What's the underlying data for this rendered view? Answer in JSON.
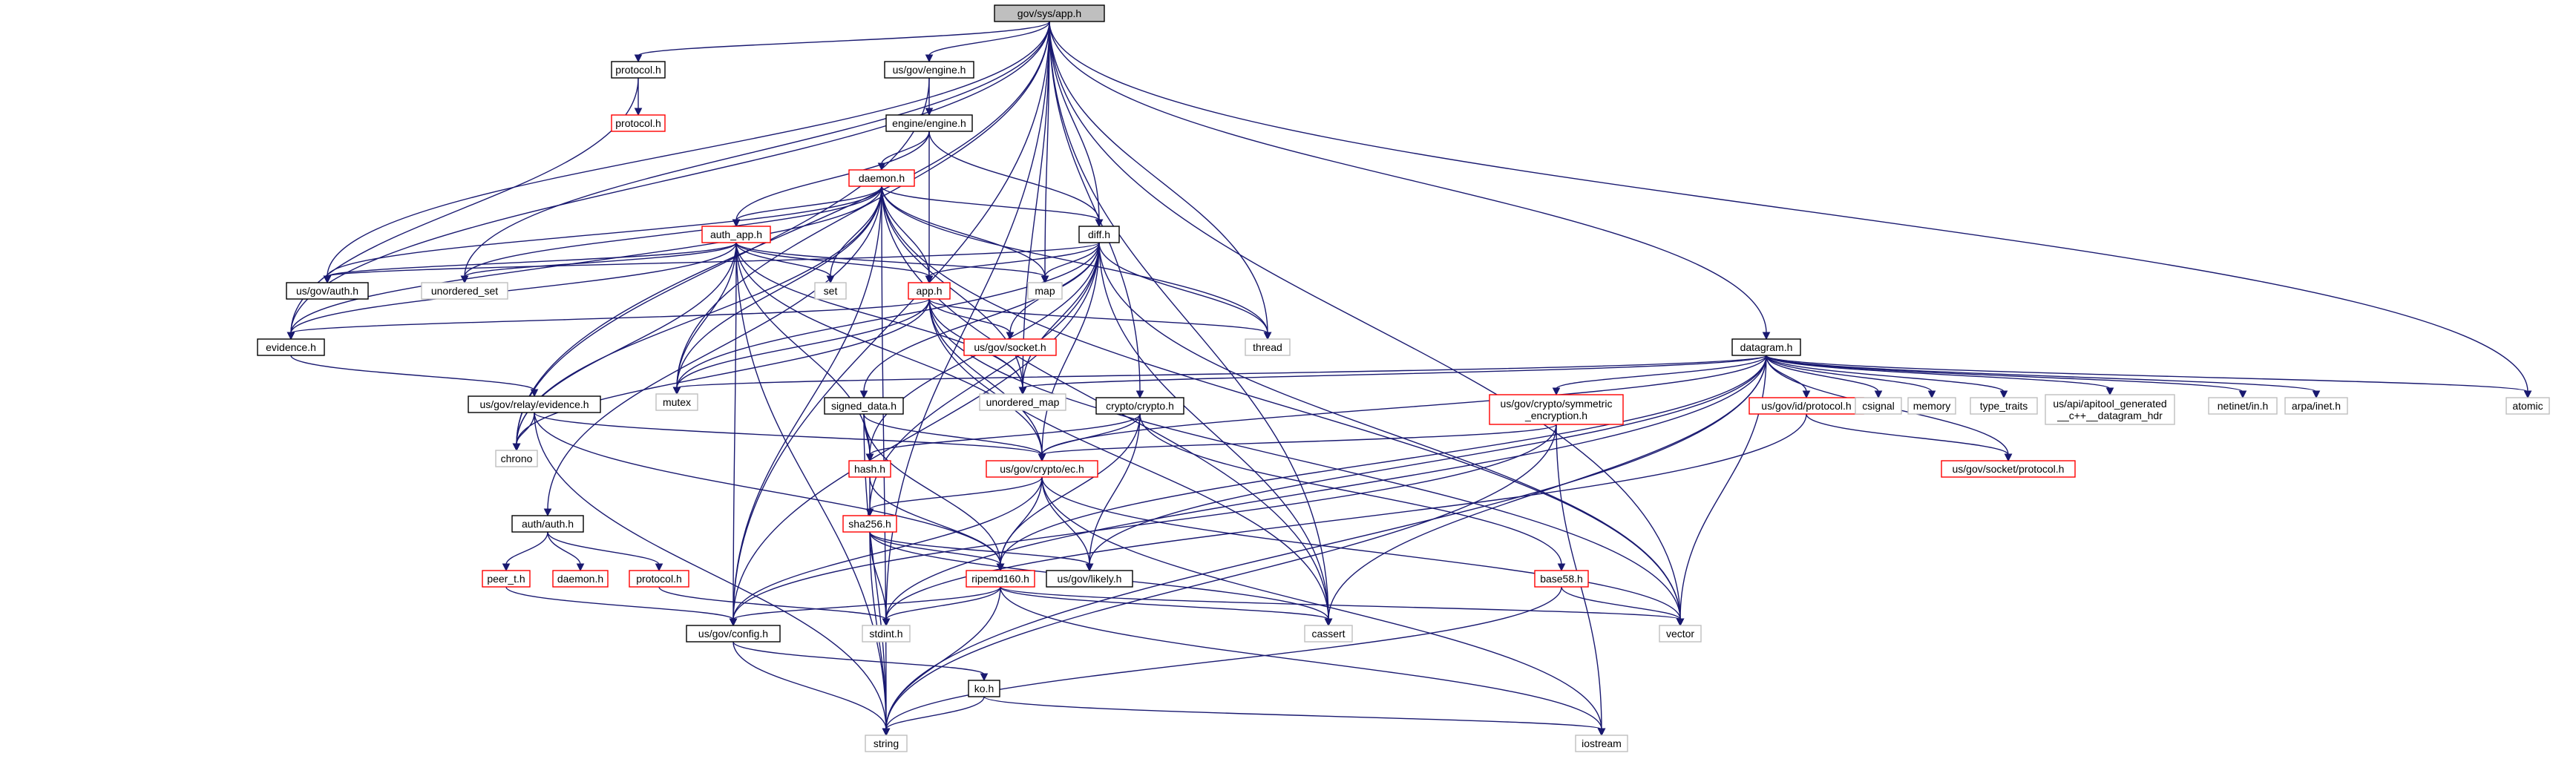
{
  "colors": {
    "root_fill": "#bfbfbf",
    "root_stroke": "#000000",
    "documented_stroke": "#000000",
    "truncated_stroke": "#ff0000",
    "external_stroke": "#bfbfbf",
    "edge": "#191970",
    "background": "#ffffff"
  },
  "nodes": [
    {
      "id": "root",
      "label": "gov/sys/app.h",
      "kind": "root"
    },
    {
      "id": "protocol_h",
      "label": "protocol.h",
      "kind": "documented"
    },
    {
      "id": "protocol_h_red1",
      "label": "protocol.h",
      "kind": "truncated"
    },
    {
      "id": "us_gov_engine_h",
      "label": "us/gov/engine.h",
      "kind": "documented"
    },
    {
      "id": "engine_engine_h",
      "label": "engine/engine.h",
      "kind": "documented"
    },
    {
      "id": "daemon_h",
      "label": "daemon.h",
      "kind": "truncated"
    },
    {
      "id": "auth_app_h",
      "label": "auth_app.h",
      "kind": "truncated"
    },
    {
      "id": "diff_h",
      "label": "diff.h",
      "kind": "documented"
    },
    {
      "id": "app_h",
      "label": "app.h",
      "kind": "truncated"
    },
    {
      "id": "us_gov_auth_h",
      "label": "us/gov/auth.h",
      "kind": "documented"
    },
    {
      "id": "unordered_set",
      "label": "unordered_set",
      "kind": "external"
    },
    {
      "id": "set",
      "label": "set",
      "kind": "external"
    },
    {
      "id": "map",
      "label": "map",
      "kind": "external"
    },
    {
      "id": "evidence_h",
      "label": "evidence.h",
      "kind": "documented"
    },
    {
      "id": "thread",
      "label": "thread",
      "kind": "external"
    },
    {
      "id": "us_gov_socket_h",
      "label": "us/gov/socket.h",
      "kind": "truncated"
    },
    {
      "id": "mutex",
      "label": "mutex",
      "kind": "external"
    },
    {
      "id": "unordered_map",
      "label": "unordered_map",
      "kind": "external"
    },
    {
      "id": "relay_evidence_h",
      "label": "us/gov/relay/evidence.h",
      "kind": "documented"
    },
    {
      "id": "chrono",
      "label": "chrono",
      "kind": "external"
    },
    {
      "id": "signed_data_h",
      "label": "signed_data.h",
      "kind": "documented"
    },
    {
      "id": "crypto_crypto_h",
      "label": "crypto/crypto.h",
      "kind": "documented"
    },
    {
      "id": "datagram_h",
      "label": "datagram.h",
      "kind": "documented"
    },
    {
      "id": "symmetric_enc_h",
      "label": "us/gov/crypto/symmetric\n_encryption.h",
      "kind": "truncated"
    },
    {
      "id": "id_protocol_h",
      "label": "us/gov/id/protocol.h",
      "kind": "truncated"
    },
    {
      "id": "csignal",
      "label": "csignal",
      "kind": "external"
    },
    {
      "id": "memory",
      "label": "memory",
      "kind": "external"
    },
    {
      "id": "type_traits",
      "label": "type_traits",
      "kind": "external"
    },
    {
      "id": "apitool_hdr",
      "label": "us/api/apitool_generated\n__c++__datagram_hdr",
      "kind": "external"
    },
    {
      "id": "netinet_in_h",
      "label": "netinet/in.h",
      "kind": "external"
    },
    {
      "id": "arpa_inet_h",
      "label": "arpa/inet.h",
      "kind": "external"
    },
    {
      "id": "atomic",
      "label": "atomic",
      "kind": "external"
    },
    {
      "id": "hash_h",
      "label": "hash.h",
      "kind": "truncated"
    },
    {
      "id": "crypto_ec_h",
      "label": "us/gov/crypto/ec.h",
      "kind": "truncated"
    },
    {
      "id": "socket_protocol_h",
      "label": "us/gov/socket/protocol.h",
      "kind": "truncated"
    },
    {
      "id": "auth_auth_h",
      "label": "auth/auth.h",
      "kind": "documented"
    },
    {
      "id": "sha256_h",
      "label": "sha256.h",
      "kind": "truncated"
    },
    {
      "id": "peer_t_h",
      "label": "peer_t.h",
      "kind": "truncated"
    },
    {
      "id": "daemon_h_2",
      "label": "daemon.h",
      "kind": "truncated"
    },
    {
      "id": "protocol_h_red2",
      "label": "protocol.h",
      "kind": "truncated"
    },
    {
      "id": "ripemd160_h",
      "label": "ripemd160.h",
      "kind": "truncated"
    },
    {
      "id": "likely_h",
      "label": "us/gov/likely.h",
      "kind": "documented"
    },
    {
      "id": "base58_h",
      "label": "base58.h",
      "kind": "truncated"
    },
    {
      "id": "config_h",
      "label": "us/gov/config.h",
      "kind": "documented"
    },
    {
      "id": "stdint_h",
      "label": "stdint.h",
      "kind": "external"
    },
    {
      "id": "cassert",
      "label": "cassert",
      "kind": "external"
    },
    {
      "id": "vector",
      "label": "vector",
      "kind": "external"
    },
    {
      "id": "ko_h",
      "label": "ko.h",
      "kind": "documented"
    },
    {
      "id": "string",
      "label": "string",
      "kind": "external"
    },
    {
      "id": "iostream",
      "label": "iostream",
      "kind": "external"
    }
  ],
  "edges": [
    [
      "root",
      "protocol_h"
    ],
    [
      "root",
      "us_gov_engine_h"
    ],
    [
      "root",
      "diff_h"
    ],
    [
      "root",
      "us_gov_auth_h"
    ],
    [
      "root",
      "unordered_set"
    ],
    [
      "root",
      "map"
    ],
    [
      "root",
      "evidence_h"
    ],
    [
      "root",
      "thread"
    ],
    [
      "root",
      "mutex"
    ],
    [
      "root",
      "unordered_map"
    ],
    [
      "root",
      "chrono"
    ],
    [
      "root",
      "crypto_crypto_h"
    ],
    [
      "root",
      "datagram_h"
    ],
    [
      "root",
      "atomic"
    ],
    [
      "root",
      "config_h"
    ],
    [
      "root",
      "cassert"
    ],
    [
      "root",
      "vector"
    ],
    [
      "root",
      "stdint_h"
    ],
    [
      "protocol_h",
      "protocol_h_red1"
    ],
    [
      "protocol_h",
      "evidence_h"
    ],
    [
      "us_gov_engine_h",
      "engine_engine_h"
    ],
    [
      "us_gov_engine_h",
      "chrono"
    ],
    [
      "engine_engine_h",
      "daemon_h"
    ],
    [
      "engine_engine_h",
      "auth_app_h"
    ],
    [
      "engine_engine_h",
      "diff_h"
    ],
    [
      "engine_engine_h",
      "app_h"
    ],
    [
      "daemon_h",
      "auth_app_h"
    ],
    [
      "daemon_h",
      "diff_h"
    ],
    [
      "daemon_h",
      "app_h"
    ],
    [
      "daemon_h",
      "us_gov_auth_h"
    ],
    [
      "daemon_h",
      "unordered_set"
    ],
    [
      "daemon_h",
      "set"
    ],
    [
      "daemon_h",
      "map"
    ],
    [
      "daemon_h",
      "evidence_h"
    ],
    [
      "daemon_h",
      "thread"
    ],
    [
      "daemon_h",
      "mutex"
    ],
    [
      "daemon_h",
      "unordered_map"
    ],
    [
      "daemon_h",
      "chrono"
    ],
    [
      "daemon_h",
      "auth_auth_h"
    ],
    [
      "daemon_h",
      "config_h"
    ],
    [
      "daemon_h",
      "cassert"
    ],
    [
      "daemon_h",
      "vector"
    ],
    [
      "daemon_h",
      "string"
    ],
    [
      "auth_app_h",
      "us_gov_auth_h"
    ],
    [
      "auth_app_h",
      "unordered_set"
    ],
    [
      "auth_app_h",
      "set"
    ],
    [
      "auth_app_h",
      "map"
    ],
    [
      "auth_app_h",
      "app_h"
    ],
    [
      "auth_app_h",
      "evidence_h"
    ],
    [
      "auth_app_h",
      "mutex"
    ],
    [
      "auth_app_h",
      "unordered_map"
    ],
    [
      "auth_app_h",
      "hash_h"
    ],
    [
      "auth_app_h",
      "crypto_ec_h"
    ],
    [
      "auth_app_h",
      "config_h"
    ],
    [
      "auth_app_h",
      "string"
    ],
    [
      "auth_app_h",
      "chrono"
    ],
    [
      "diff_h",
      "app_h"
    ],
    [
      "diff_h",
      "us_gov_auth_h"
    ],
    [
      "diff_h",
      "map"
    ],
    [
      "diff_h",
      "thread"
    ],
    [
      "diff_h",
      "us_gov_socket_h"
    ],
    [
      "diff_h",
      "unordered_map"
    ],
    [
      "diff_h",
      "mutex"
    ],
    [
      "diff_h",
      "signed_data_h"
    ],
    [
      "diff_h",
      "crypto_ec_h"
    ],
    [
      "diff_h",
      "hash_h"
    ],
    [
      "diff_h",
      "sha256_h"
    ],
    [
      "diff_h",
      "config_h"
    ],
    [
      "diff_h",
      "cassert"
    ],
    [
      "diff_h",
      "vector"
    ],
    [
      "app_h",
      "evidence_h"
    ],
    [
      "app_h",
      "thread"
    ],
    [
      "app_h",
      "us_gov_socket_h"
    ],
    [
      "app_h",
      "mutex"
    ],
    [
      "app_h",
      "unordered_map"
    ],
    [
      "app_h",
      "chrono"
    ],
    [
      "app_h",
      "crypto_ec_h"
    ],
    [
      "app_h",
      "cassert"
    ],
    [
      "app_h",
      "vector"
    ],
    [
      "evidence_h",
      "relay_evidence_h"
    ],
    [
      "relay_evidence_h",
      "chrono"
    ],
    [
      "relay_evidence_h",
      "crypto_ec_h"
    ],
    [
      "relay_evidence_h",
      "string"
    ],
    [
      "relay_evidence_h",
      "ripemd160_h"
    ],
    [
      "signed_data_h",
      "hash_h"
    ],
    [
      "signed_data_h",
      "crypto_ec_h"
    ],
    [
      "signed_data_h",
      "ripemd160_h"
    ],
    [
      "signed_data_h",
      "string"
    ],
    [
      "crypto_crypto_h",
      "hash_h"
    ],
    [
      "crypto_crypto_h",
      "crypto_ec_h"
    ],
    [
      "crypto_crypto_h",
      "ripemd160_h"
    ],
    [
      "crypto_crypto_h",
      "base58_h"
    ],
    [
      "crypto_crypto_h",
      "likely_h"
    ],
    [
      "datagram_h",
      "mutex"
    ],
    [
      "datagram_h",
      "unordered_map"
    ],
    [
      "datagram_h",
      "symmetric_enc_h"
    ],
    [
      "datagram_h",
      "id_protocol_h"
    ],
    [
      "datagram_h",
      "csignal"
    ],
    [
      "datagram_h",
      "memory"
    ],
    [
      "datagram_h",
      "type_traits"
    ],
    [
      "datagram_h",
      "apitool_hdr"
    ],
    [
      "datagram_h",
      "netinet_in_h"
    ],
    [
      "datagram_h",
      "arpa_inet_h"
    ],
    [
      "datagram_h",
      "atomic"
    ],
    [
      "datagram_h",
      "crypto_ec_h"
    ],
    [
      "datagram_h",
      "ripemd160_h"
    ],
    [
      "datagram_h",
      "socket_protocol_h"
    ],
    [
      "datagram_h",
      "likely_h"
    ],
    [
      "datagram_h",
      "cassert"
    ],
    [
      "datagram_h",
      "vector"
    ],
    [
      "datagram_h",
      "string"
    ],
    [
      "datagram_h",
      "stdint_h"
    ],
    [
      "symmetric_enc_h",
      "crypto_ec_h"
    ],
    [
      "symmetric_enc_h",
      "config_h"
    ],
    [
      "symmetric_enc_h",
      "string"
    ],
    [
      "symmetric_enc_h",
      "iostream"
    ],
    [
      "id_protocol_h",
      "socket_protocol_h"
    ],
    [
      "id_protocol_h",
      "stdint_h"
    ],
    [
      "hash_h",
      "sha256_h"
    ],
    [
      "hash_h",
      "ripemd160_h"
    ],
    [
      "crypto_ec_h",
      "sha256_h"
    ],
    [
      "crypto_ec_h",
      "ripemd160_h"
    ],
    [
      "crypto_ec_h",
      "likely_h"
    ],
    [
      "crypto_ec_h",
      "config_h"
    ],
    [
      "crypto_ec_h",
      "vector"
    ],
    [
      "crypto_ec_h",
      "iostream"
    ],
    [
      "auth_auth_h",
      "peer_t_h"
    ],
    [
      "auth_auth_h",
      "daemon_h_2"
    ],
    [
      "auth_auth_h",
      "protocol_h_red2"
    ],
    [
      "sha256_h",
      "ripemd160_h"
    ],
    [
      "sha256_h",
      "likely_h"
    ],
    [
      "sha256_h",
      "stdint_h"
    ],
    [
      "sha256_h",
      "cassert"
    ],
    [
      "sha256_h",
      "string"
    ],
    [
      "peer_t_h",
      "config_h"
    ],
    [
      "protocol_h_red2",
      "stdint_h"
    ],
    [
      "ripemd160_h",
      "config_h"
    ],
    [
      "ripemd160_h",
      "stdint_h"
    ],
    [
      "ripemd160_h",
      "cassert"
    ],
    [
      "ripemd160_h",
      "vector"
    ],
    [
      "ripemd160_h",
      "string"
    ],
    [
      "ripemd160_h",
      "iostream"
    ],
    [
      "base58_h",
      "vector"
    ],
    [
      "base58_h",
      "string"
    ],
    [
      "config_h",
      "ko_h"
    ],
    [
      "config_h",
      "string"
    ],
    [
      "ko_h",
      "string"
    ],
    [
      "ko_h",
      "iostream"
    ]
  ]
}
